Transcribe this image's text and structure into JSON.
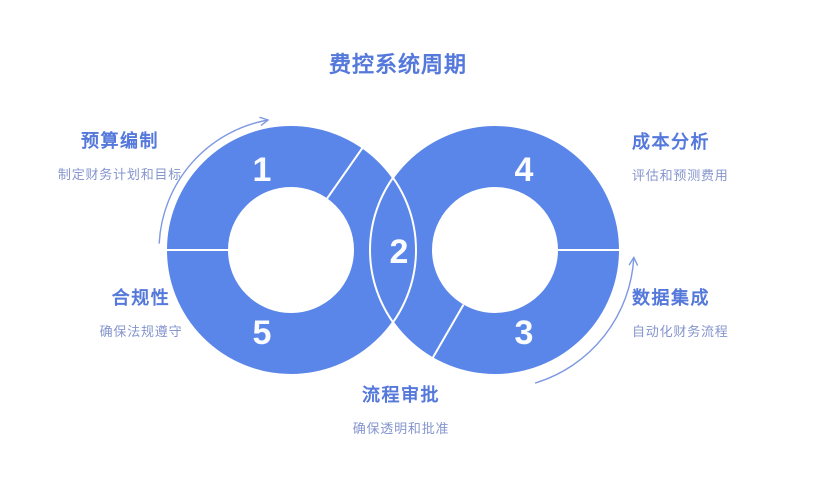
{
  "title": "费控系统周期",
  "diagram_type": "infinity-loop-cycle",
  "steps": [
    {
      "number": "1",
      "label": "预算编制",
      "description": "制定财务计划和目标"
    },
    {
      "number": "2",
      "label": "流程审批",
      "description": "确保透明和批准"
    },
    {
      "number": "3",
      "label": "数据集成",
      "description": "自动化财务流程"
    },
    {
      "number": "4",
      "label": "成本分析",
      "description": "评估和预测费用"
    },
    {
      "number": "5",
      "label": "合规性",
      "description": "确保法规遵守"
    }
  ],
  "colors": {
    "ring": "#5B86E9",
    "title": "#5578DB",
    "heading": "#5578DB",
    "description": "#8595CE",
    "number": "#FAFCFF",
    "arrow": "#7E99E2",
    "background": "#FFFFFF"
  }
}
